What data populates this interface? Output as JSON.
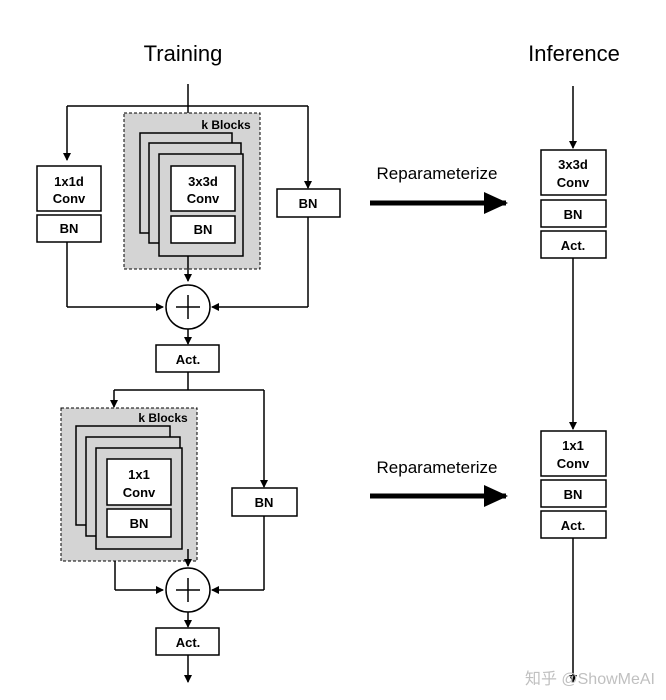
{
  "titles": {
    "training": "Training",
    "inference": "Inference"
  },
  "block1": {
    "k_label": "k Blocks",
    "conv_line1": "3x3d",
    "conv_line2": "Conv",
    "bn": "BN",
    "branch_conv_line1": "1x1d",
    "branch_conv_line2": "Conv",
    "branch_bn": "BN",
    "skip_bn": "BN",
    "act": "Act."
  },
  "block2": {
    "k_label": "k Blocks",
    "conv_line1": "1x1",
    "conv_line2": "Conv",
    "bn": "BN",
    "skip_bn": "BN",
    "act": "Act."
  },
  "reparam_label_1": "Reparameterize",
  "reparam_label_2": "Reparameterize",
  "inference1": {
    "conv_line1": "3x3d",
    "conv_line2": "Conv",
    "bn": "BN",
    "act": "Act."
  },
  "inference2": {
    "conv_line1": "1x1",
    "conv_line2": "Conv",
    "bn": "BN",
    "act": "Act."
  },
  "plus_symbol": "+",
  "watermark": "知乎 @ShowMeAI",
  "colors": {
    "stack_fill": "#d4d4d4",
    "inner_fill": "#ffffff",
    "stroke": "#000000"
  }
}
